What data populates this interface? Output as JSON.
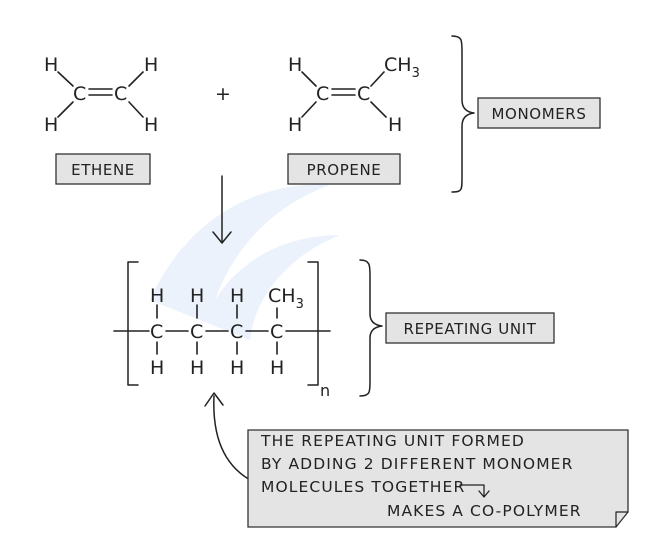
{
  "reaction": {
    "monomer_a": {
      "atoms": {
        "h_top_left": "H",
        "h_top_right": "H",
        "h_bottom_left": "H",
        "h_bottom_right": "H",
        "c_left": "C",
        "c_right": "C"
      },
      "label": "ETHENE"
    },
    "plus": "+",
    "monomer_b": {
      "atoms": {
        "h_top_left": "H",
        "ch3_main": "CH",
        "ch3_sub": "3",
        "h_bottom_left": "H",
        "h_bottom_right": "H",
        "c_left": "C",
        "c_right": "C"
      },
      "label": "PROPENE"
    },
    "monomers_label": "MONOMERS"
  },
  "repeating_unit": {
    "top": [
      "H",
      "H",
      "H"
    ],
    "top_last_main": "CH",
    "top_last_sub": "3",
    "carbons": [
      "C",
      "C",
      "C",
      "C"
    ],
    "bottom": [
      "H",
      "H",
      "H",
      "H"
    ],
    "subscript_n": "n",
    "label": "REPEATING UNIT"
  },
  "note": {
    "lines": [
      "THE REPEATING UNIT FORMED",
      "BY ADDING 2 DIFFERENT MONOMER",
      "MOLECULES TOGETHER",
      "MAKES A CO-POLYMER"
    ]
  },
  "colors": {
    "ink": "#222222",
    "box_fill": "#e4e4e4",
    "watermark": "#dbe8f7"
  }
}
